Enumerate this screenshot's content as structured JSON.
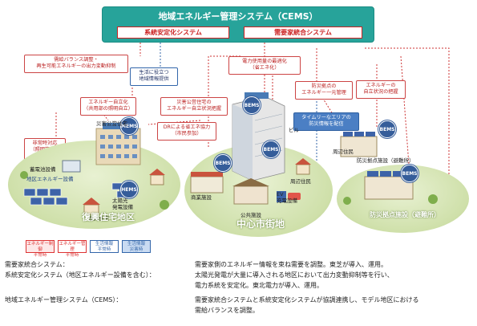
{
  "cems": {
    "title": "地域エネルギー管理システム（CEMS）",
    "sub_left": "系統安定化システム",
    "sub_right": "需要家統合システム"
  },
  "callouts": {
    "balance": "需給バランス調整・\n再生可能エネルギーの出力変動抑制",
    "life_info": "生活に役立つ\n地域情報提供",
    "power_opt": "電力使用量の最適化\n（省エネ化）",
    "bousai": "防災拠点の\nエネルギー一元管理",
    "self_status": "エネルギーの\n自立状況の把握",
    "self_reliance": "エネルギー自立化\n（共用部の照明自立）",
    "disaster_housing": "災害公営住宅の\nエネルギー自立状況把握",
    "dr": "DRによる省エネ協力\n（市民参加）",
    "timely": "タイムリーなエリアの\n防災情報を配信",
    "emergency": "非常時対応\n（照明等へ供給）"
  },
  "labels": {
    "mems": "MEMS",
    "hems": "HEMS",
    "bems": "BEMS",
    "saigai_koei": "災害公営住宅",
    "battery": "蓄電池設備",
    "area_energy": "地区エネルギー設備",
    "solar": "太陽光\n発電設備",
    "fukko_resident": "復興住宅",
    "building": "ビル",
    "commercial": "商業施設",
    "public": "公共施設",
    "resident": "周辺住民",
    "ev": "EV\n充電設備",
    "bousai_base": "防災拠点施設（避難所）"
  },
  "areas": {
    "fukko": "復興住宅地区",
    "center": "中心市街地",
    "bousai": "防災拠点施設（避難所）"
  },
  "legend": [
    {
      "text": "エネルギー制御\n平常時",
      "color": "#d33",
      "fill": "#fde8e8"
    },
    {
      "text": "エネルギー管理\n平常時",
      "color": "#d33",
      "fill": "#ffffff"
    },
    {
      "text": "生活情報\n平常時",
      "color": "#36a",
      "fill": "#ffffff"
    },
    {
      "text": "生活情報\n災害時",
      "color": "#36a",
      "fill": "#c9dbf2"
    }
  ],
  "descriptions": [
    {
      "term": "需要家統合システム：",
      "text": "需要家側のエネルギー情報を束ね需要を調整。東芝が導入、運用。"
    },
    {
      "term": "系統安定化システム（地区エネルギー設備を含む）：",
      "text": "太陽光発電が大量に導入される地区において出力変動抑制等を行い、"
    },
    {
      "term": "",
      "text": "電力系統を安定化。東北電力が導入、運用。"
    },
    {
      "term": "地域エネルギー管理システム（CEMS）：",
      "text": "需要家統合システムと系統安定化システムが協調連携し、モデル地区における"
    },
    {
      "term": "",
      "text": "需給バランスを調整。"
    }
  ],
  "colors": {
    "cems_teal": "#27a39a",
    "control_red": "#cc2222",
    "info_blue": "#3366aa"
  }
}
